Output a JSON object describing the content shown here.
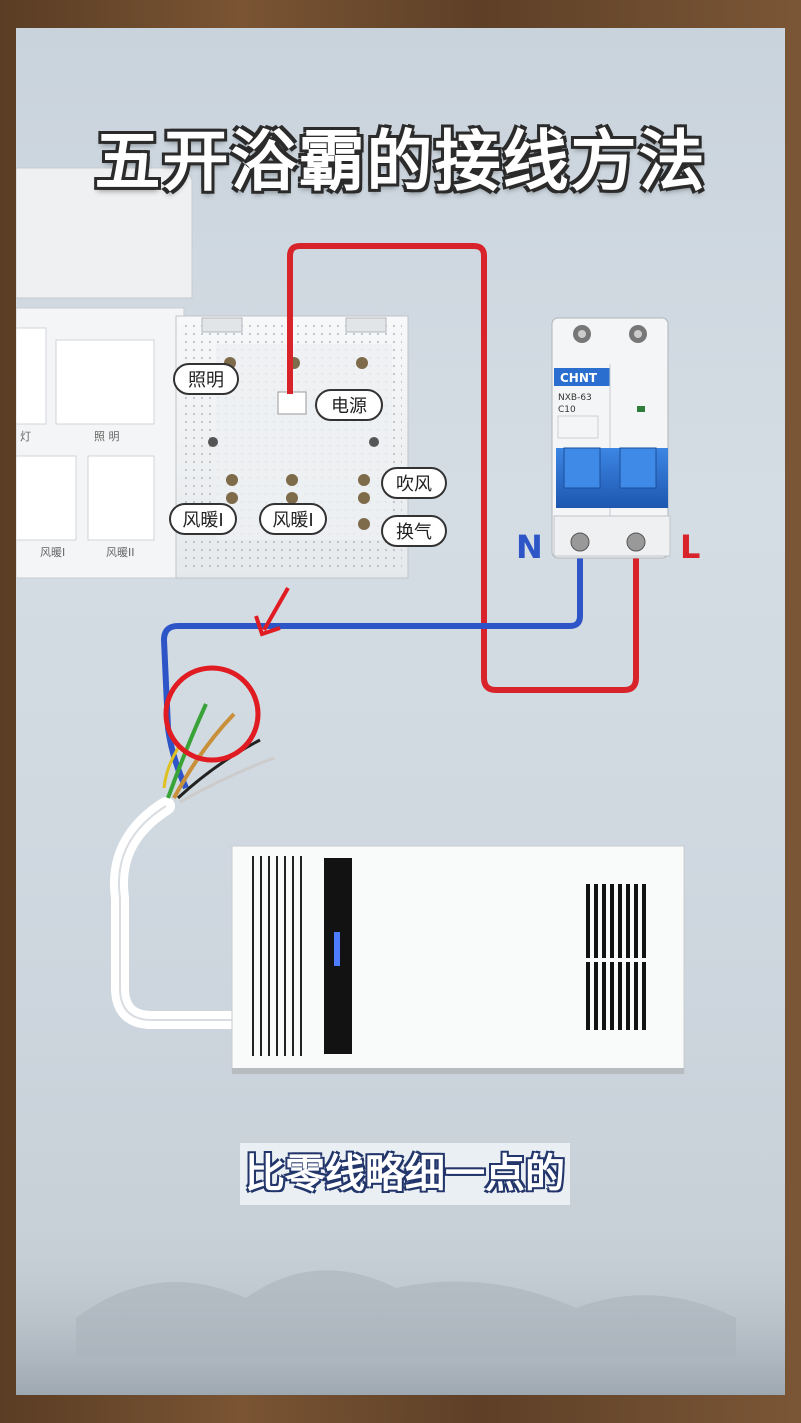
{
  "title": "五开浴霸的接线方法",
  "switch_labels": {
    "lighting": "照明",
    "power": "电源",
    "blow": "吹风",
    "heat1": "风暖I",
    "heat2": "风暖I",
    "ventilation": "换气"
  },
  "panel_labels": {
    "top_left": "灯",
    "top_right": "照 明",
    "bottom_1": "风暖I",
    "bottom_2": "风暖II"
  },
  "breaker": {
    "brand": "CHNT",
    "model": "NXB-63",
    "rating": "C10",
    "neutral_label": "N",
    "live_label": "L"
  },
  "caption": "比零线略细一点的",
  "colors": {
    "live_wire": "#d8232a",
    "neutral_wire": "#2d55c8",
    "highlight_circle": "#e11b22",
    "breaker_handle": "#2a6fd0"
  }
}
